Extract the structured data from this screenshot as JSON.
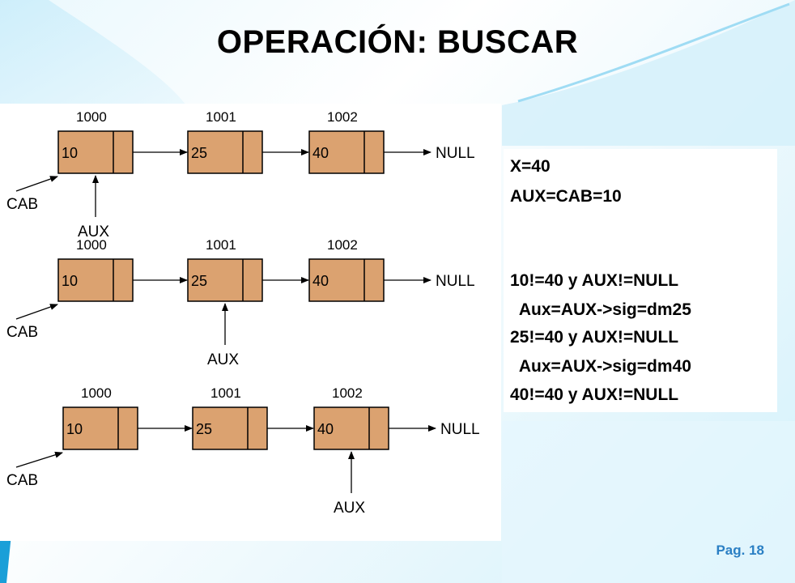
{
  "slide": {
    "title": "OPERACIÓN: BUSCAR",
    "page_number": "Pag. 18"
  },
  "colors": {
    "node_fill": "#dba270",
    "node_stroke": "#000000",
    "page_number": "#2a7fc4",
    "bg_accent": "#1a9fd8"
  },
  "diagram": {
    "steps": [
      {
        "nodes": [
          {
            "address": "1000",
            "value": "10"
          },
          {
            "address": "1001",
            "value": "25"
          },
          {
            "address": "1002",
            "value": "40"
          }
        ],
        "null_label": "NULL",
        "head_label": "CAB",
        "aux_label": "AUX",
        "aux_index": 0
      },
      {
        "nodes": [
          {
            "address": "1000",
            "value": "10"
          },
          {
            "address": "1001",
            "value": "25"
          },
          {
            "address": "1002",
            "value": "40"
          }
        ],
        "null_label": "NULL",
        "head_label": "CAB",
        "aux_label": "AUX",
        "aux_index": 1
      },
      {
        "nodes": [
          {
            "address": "1000",
            "value": "10"
          },
          {
            "address": "1001",
            "value": "25"
          },
          {
            "address": "1002",
            "value": "40"
          }
        ],
        "null_label": "NULL",
        "head_label": "CAB",
        "aux_label": "AUX",
        "aux_index": 2
      }
    ]
  },
  "trace": {
    "lines": [
      "X=40",
      "AUX=CAB=10",
      "",
      "",
      "10!=40 y AUX!=NULL",
      "  Aux=AUX->sig=dm25",
      "25!=40 y AUX!=NULL",
      "  Aux=AUX->sig=dm40",
      "40!=40 y AUX!=NULL"
    ]
  }
}
